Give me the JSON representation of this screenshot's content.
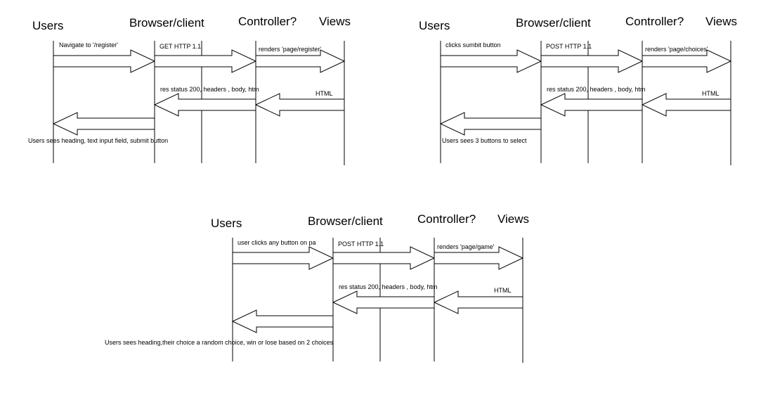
{
  "diagrams": [
    {
      "id": "register",
      "lanes": [
        "Users",
        "Browser/client",
        "Controller?",
        "Views"
      ],
      "messages": {
        "req_user": "Navigate to '/register'",
        "req_browser": "GET HTTP 1.1",
        "req_controller": "renders 'page/register'",
        "res_views": "HTML",
        "res_controller": "res status 200, headers , body, htm",
        "result": "Users sees heading, text input field, submit button"
      }
    },
    {
      "id": "choices",
      "lanes": [
        "Users",
        "Browser/client",
        "Controller?",
        "Views"
      ],
      "messages": {
        "req_user": "clicks sumbit button",
        "req_browser": "POST HTTP 1.1",
        "req_controller": "renders 'page/choices'",
        "res_views": "HTML",
        "res_controller": "res status 200, headers , body, htm",
        "result": "Users sees 3 buttons to select"
      }
    },
    {
      "id": "game",
      "lanes": [
        "Users",
        "Browser/client",
        "Controller?",
        "Views"
      ],
      "messages": {
        "req_user": "user clicks any button on pa",
        "req_browser": "POST HTTP 1.1",
        "req_controller": "renders 'page/game'",
        "res_views": "HTML",
        "res_controller": "res status 200, headers , body, htm",
        "result": "Users sees heading,their choice a random choice, win or lose based on 2 choices"
      }
    }
  ]
}
